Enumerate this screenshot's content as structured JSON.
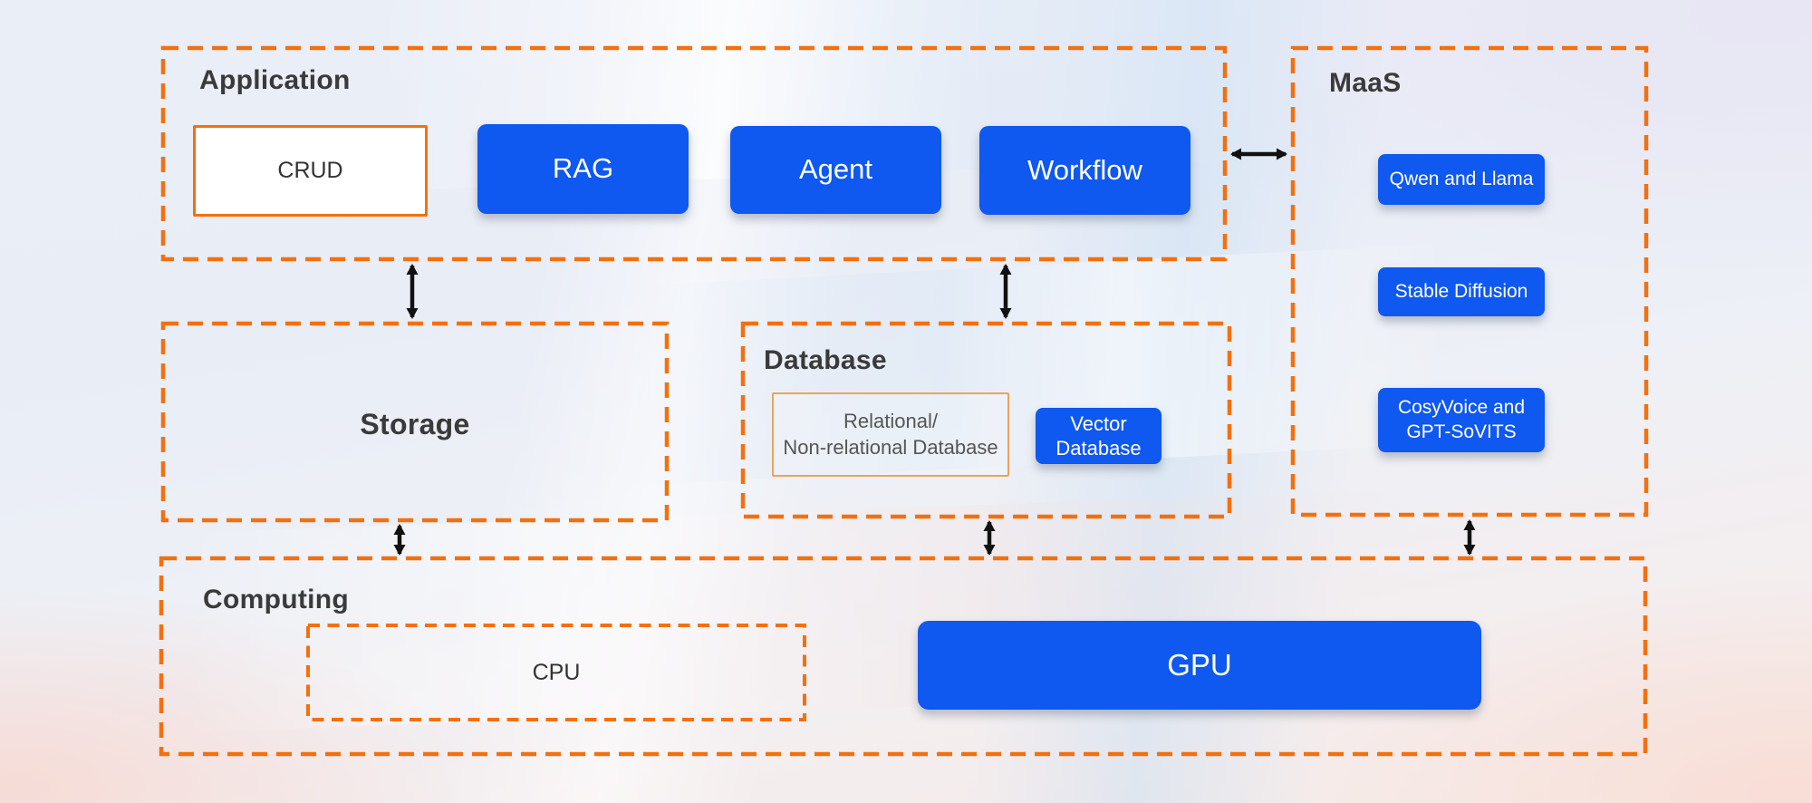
{
  "colors": {
    "accent_orange": "#f3700e",
    "primary_blue": "#0f58f0",
    "title_text": "#3a3a3a",
    "muted_text": "#555555",
    "arrow_black": "#111111"
  },
  "sections": {
    "application": {
      "title": "Application",
      "crud": "CRUD",
      "rag": "RAG",
      "agent": "Agent",
      "workflow": "Workflow"
    },
    "maas": {
      "title": "MaaS",
      "model_llm": "Qwen and Llama",
      "model_image": "Stable Diffusion",
      "model_voice_line1": "CosyVoice and",
      "model_voice_line2": "GPT-SoVITS"
    },
    "storage": {
      "title": "Storage"
    },
    "database": {
      "title": "Database",
      "relational_line1": "Relational/",
      "relational_line2": "Non-relational Database",
      "vector_line1": "Vector",
      "vector_line2": "Database"
    },
    "computing": {
      "title": "Computing",
      "cpu": "CPU",
      "gpu": "GPU"
    }
  },
  "connections": [
    {
      "from": "Application",
      "to": "MaaS",
      "style": "bidirectional"
    },
    {
      "from": "Application",
      "to": "Storage",
      "style": "bidirectional"
    },
    {
      "from": "Application",
      "to": "Database",
      "style": "bidirectional"
    },
    {
      "from": "Storage",
      "to": "Computing",
      "style": "bidirectional"
    },
    {
      "from": "Database",
      "to": "Computing",
      "style": "bidirectional"
    },
    {
      "from": "MaaS",
      "to": "Computing",
      "style": "bidirectional"
    }
  ]
}
